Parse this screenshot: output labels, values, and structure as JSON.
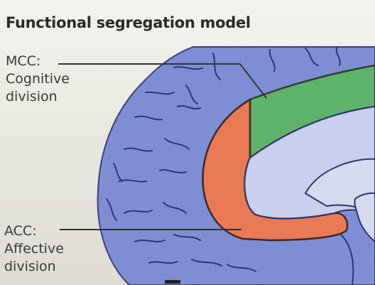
{
  "title": "Functional segregation model",
  "labels": {
    "mcc": {
      "name": "MCC:",
      "role": "Cognitive",
      "suffix": "division"
    },
    "acc": {
      "name": "ACC:",
      "role": "Affective",
      "suffix": "division"
    }
  },
  "colors": {
    "cortex": "#7f8fd6",
    "cortex_edge": "#3a3f7a",
    "cognitive": "#5fb36a",
    "affective": "#ea7a55",
    "ventricle": "#c9d0ee",
    "background": "#eeede6"
  }
}
